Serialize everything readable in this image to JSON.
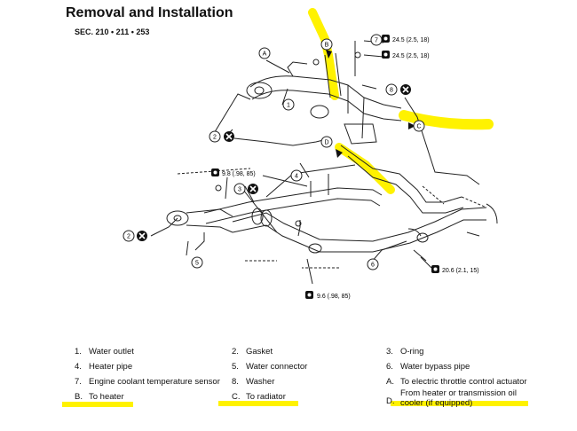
{
  "header": {
    "title": "Removal and Installation",
    "section": "SEC. 210 • 211 • 253"
  },
  "callouts": {
    "n1": "1",
    "n2a": "2",
    "n2b": "2",
    "n3": "3",
    "n4": "4",
    "n5": "5",
    "n6": "6",
    "n7": "7",
    "n8": "8",
    "A": "A",
    "B": "B",
    "C": "C",
    "D": "D"
  },
  "torque": {
    "t1": "24.5 (2.5, 18)",
    "t2": "24.5 (2.5, 18)",
    "t3": "9.8 (.98, 85)",
    "t4": "20.6 (2.1, 15)",
    "t5": "9.6 (.98, 85)"
  },
  "legend": [
    [
      {
        "num": "1.",
        "label": "Water outlet"
      },
      {
        "num": "2.",
        "label": "Gasket"
      },
      {
        "num": "3.",
        "label": "O-ring"
      }
    ],
    [
      {
        "num": "4.",
        "label": "Heater pipe"
      },
      {
        "num": "5.",
        "label": "Water connector"
      },
      {
        "num": "6.",
        "label": "Water bypass pipe"
      }
    ],
    [
      {
        "num": "7.",
        "label": "Engine coolant temperature sensor"
      },
      {
        "num": "8.",
        "label": "Washer"
      },
      {
        "num": "A.",
        "label": "To electric throttle control actuator"
      }
    ],
    [
      {
        "num": "B.",
        "label": "To heater"
      },
      {
        "num": "C.",
        "label": "To radiator"
      },
      {
        "num": "D.",
        "label": "From heater or transmission oil cooler (if equipped)"
      }
    ]
  ],
  "colors": {
    "highlight": "#fff200",
    "line": "#222222"
  }
}
